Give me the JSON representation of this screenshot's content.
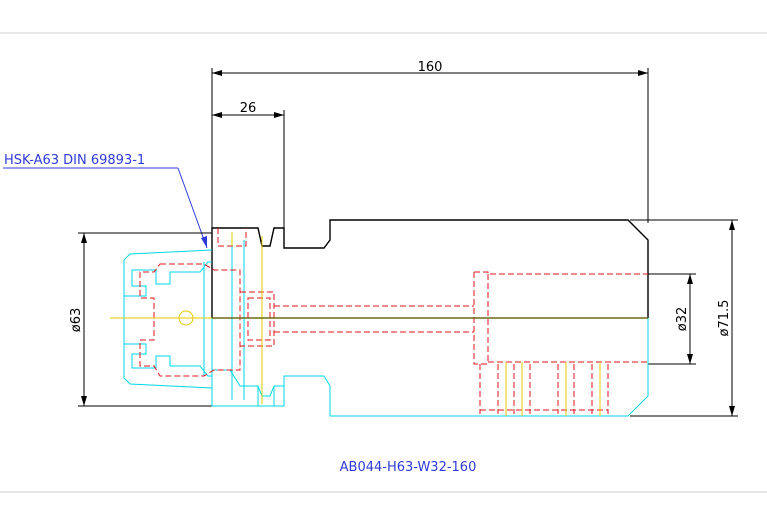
{
  "drawing": {
    "part_label": "HSK-A63 DIN 69893-1",
    "title": "AB044-H63-W32-160",
    "dimensions": {
      "overall_length": "160",
      "flange_length": "26",
      "diameter_shank": "ø63",
      "diameter_bore": "ø32",
      "diameter_body": "ø71.5"
    }
  },
  "colors": {
    "frame": "#c8c8c8",
    "dimension": "#000000",
    "outline": "#00d7e6",
    "hidden": "#e0151a",
    "centerline": "#e6c800",
    "label": "#2f3bd8"
  }
}
